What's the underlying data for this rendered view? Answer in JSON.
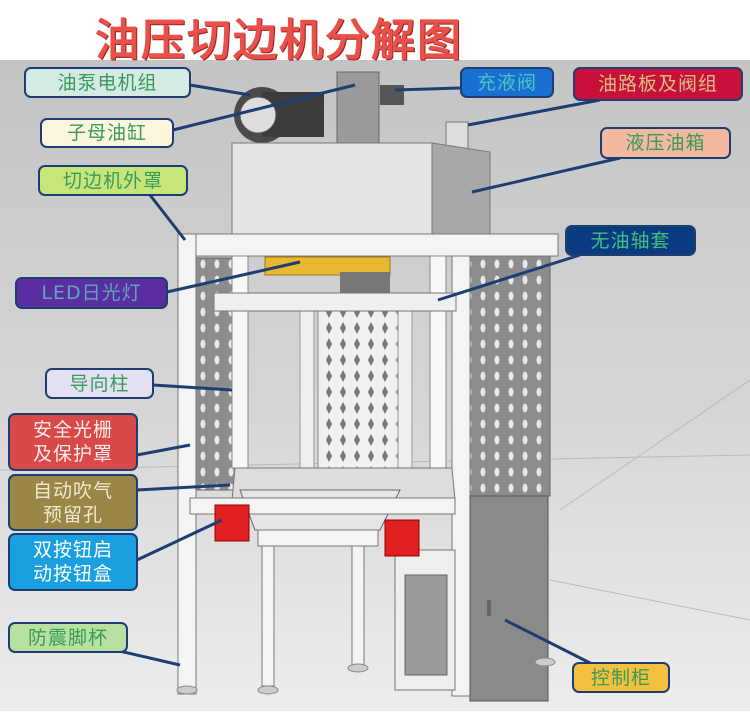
{
  "title": "油压切边机分解图",
  "labels": {
    "pump_motor": "油泵电机组",
    "cylinder": "子母油缸",
    "cover": "切边机外罩",
    "led": "LED日光灯",
    "guide": "导向柱",
    "light_curtain": "安全光栅及保护罩",
    "air_hole": "自动吹气预留孔",
    "button_box": "双按钮启动按钮盒",
    "feet": "防震脚杯",
    "fill_valve": "充液阀",
    "valve_block": "油路板及阀组",
    "oil_tank": "液压油箱",
    "bushing": "无油轴套",
    "cabinet": "控制柜"
  },
  "colors": {
    "title": "#e8504a",
    "pump_motor": "#d3ebe4",
    "cylinder": "#fcf6df",
    "cover": "#c6e67a",
    "led": "#5a2ea0",
    "guide": "#e2e0f2",
    "light_curtain": "#d84a4a",
    "air_hole": "#9a8646",
    "button_box": "#1aa0e0",
    "feet": "#b8e0a0",
    "fill_valve": "#1a70d0",
    "valve_block": "#c8103a",
    "oil_tank": "#f2b8a0",
    "bushing": "#0a3a80",
    "cabinet": "#f5c040"
  }
}
